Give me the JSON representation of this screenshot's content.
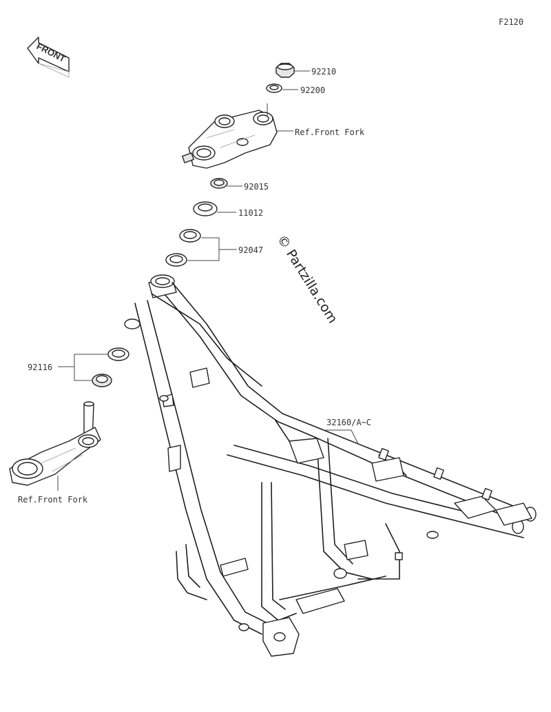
{
  "figure_code": "F2120",
  "front_badge": "FRONT",
  "watermark": "© Partzilla.com",
  "callouts": {
    "p92210": "92210",
    "p92200": "92200",
    "ref_front_fork_upper": "Ref.Front Fork",
    "p92015": "92015",
    "p11012": "11012",
    "p92047": "92047",
    "p92116": "92116",
    "p32160": "32160/A~C",
    "ref_front_fork_lower": "Ref.Front Fork"
  }
}
